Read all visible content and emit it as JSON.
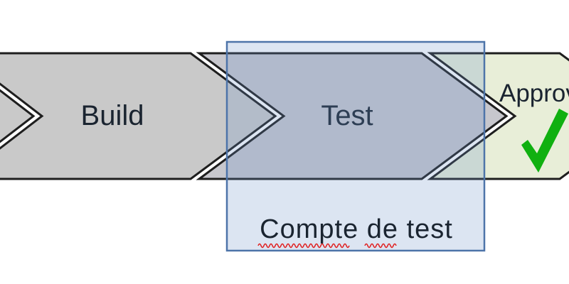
{
  "process_flow": {
    "stages": [
      {
        "name": "previous-stage",
        "label": ""
      },
      {
        "name": "build-stage",
        "label": "Build"
      },
      {
        "name": "test-stage",
        "label": "Test"
      },
      {
        "name": "approve-stage",
        "label": "Approve",
        "icon": "checkmark-icon"
      }
    ]
  },
  "annotation_box": {
    "label": "Compte de test",
    "spellcheck_underlined_words": [
      "Compte",
      "de"
    ]
  },
  "colors": {
    "prev_fill": "#c9c9c9",
    "build_fill": "#c9c9c9",
    "test_fill": "#c7c7cd",
    "approve_fill": "#e8eed8",
    "outline": "#1e1e1e",
    "overlay_fill": "rgba(110,145,200,0.24)",
    "overlay_border": "#4d74a9",
    "check_green": "#10b010",
    "squiggle_red": "#e02020",
    "label_text": "#1a2430"
  }
}
